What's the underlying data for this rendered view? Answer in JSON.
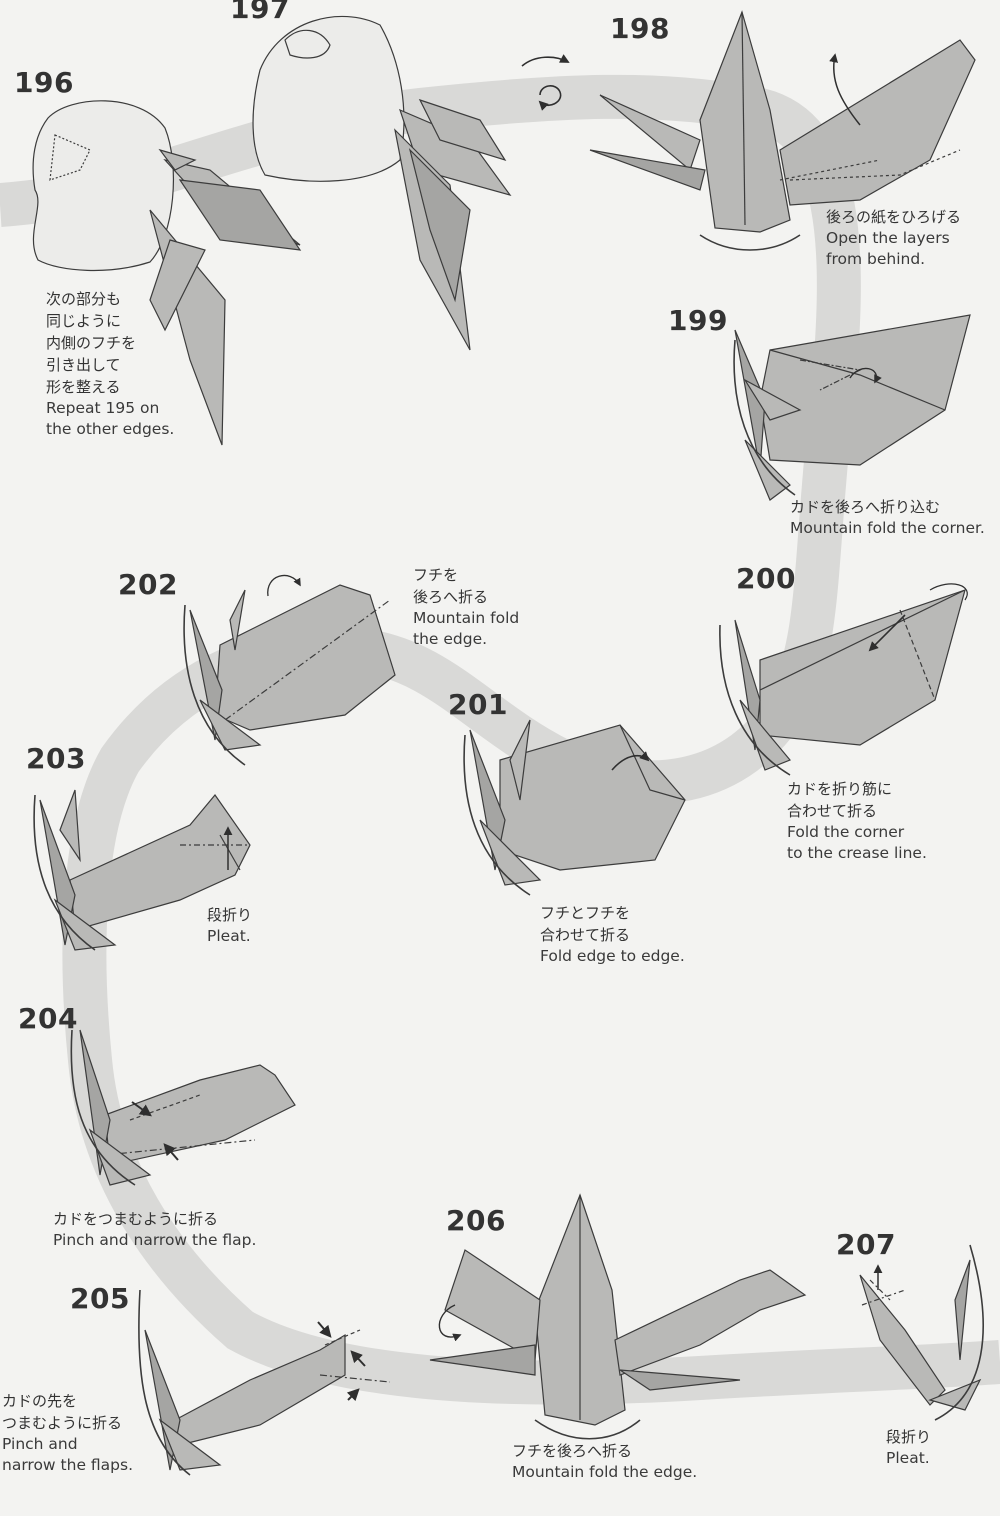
{
  "steps": [
    {
      "number": "196",
      "ja": [
        "次の部分も",
        "同じように",
        "内側のフチを",
        "引き出して",
        "形を整える"
      ],
      "en": [
        "Repeat 195 on",
        "the other edges."
      ]
    },
    {
      "number": "197",
      "ja": [],
      "en": []
    },
    {
      "number": "198",
      "ja": [
        "後ろの紙をひろげる"
      ],
      "en": [
        "Open the layers",
        "from behind."
      ]
    },
    {
      "number": "199",
      "ja": [
        "カドを後ろへ折り込む"
      ],
      "en": [
        "Mountain fold the corner."
      ]
    },
    {
      "number": "200",
      "ja": [
        "カドを折り筋に",
        "合わせて折る"
      ],
      "en": [
        "Fold the corner",
        "to the crease line."
      ]
    },
    {
      "number": "201",
      "ja": [
        "フチとフチを",
        "合わせて折る"
      ],
      "en": [
        "Fold edge to edge."
      ]
    },
    {
      "number": "202",
      "ja": [
        "フチを",
        "後ろへ折る"
      ],
      "en": [
        "Mountain fold",
        "the edge."
      ]
    },
    {
      "number": "203",
      "ja": [
        "段折り"
      ],
      "en": [
        "Pleat."
      ]
    },
    {
      "number": "204",
      "ja": [
        "カドをつまむように折る"
      ],
      "en": [
        "Pinch and narrow the flap."
      ]
    },
    {
      "number": "205",
      "ja": [
        "カドの先を",
        "つまむように折る"
      ],
      "en": [
        "Pinch and",
        "narrow the flaps."
      ]
    },
    {
      "number": "206",
      "ja": [
        "フチを後ろへ折る"
      ],
      "en": [
        "Mountain fold the edge."
      ]
    },
    {
      "number": "207",
      "ja": [
        "段折り"
      ],
      "en": [
        "Pleat."
      ]
    }
  ],
  "colors": {
    "background": "#f3f3f1",
    "path_band": "#d9d9d7",
    "paper": "#b9b9b7",
    "paper_dark": "#a5a5a3",
    "line": "#3c3c3c",
    "arrow": "#2f2f2f"
  }
}
